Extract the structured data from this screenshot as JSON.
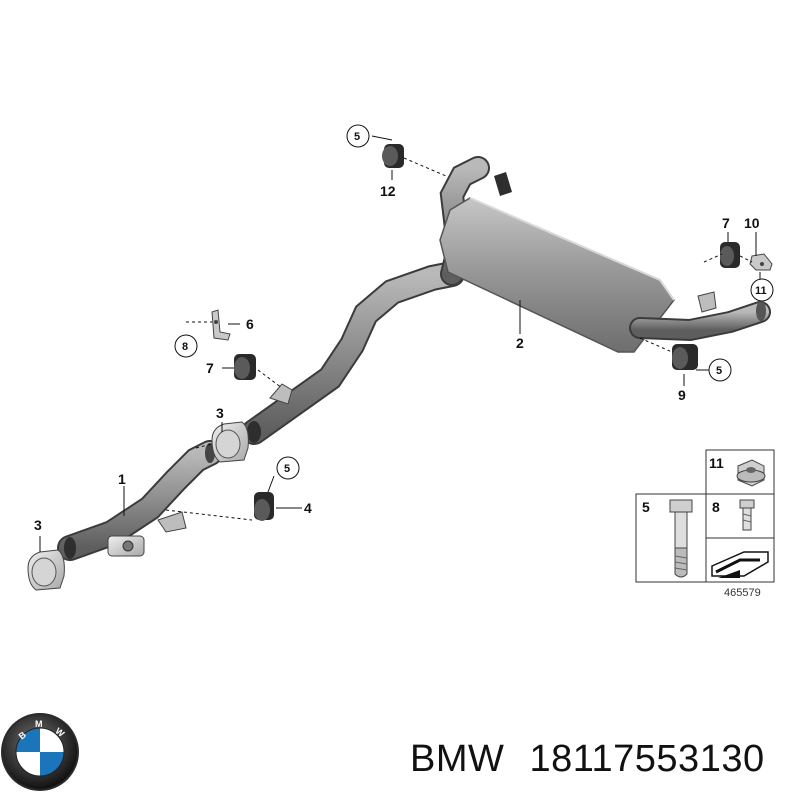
{
  "diagram": {
    "callouts": {
      "c1": "1",
      "c2": "2",
      "c3a": "3",
      "c3b": "3",
      "c4": "4",
      "c5a": "5",
      "c5b": "5",
      "c5c": "5",
      "c6": "6",
      "c7a": "7",
      "c7b": "7",
      "c8": "8",
      "c9": "9",
      "c10": "10",
      "c11": "11",
      "c12": "12"
    },
    "legend": {
      "k11": "11",
      "k5": "5",
      "k8": "8"
    },
    "diagram_id": "465579"
  },
  "caption": {
    "brand": "BMW",
    "part_number": "18117553130"
  },
  "colors": {
    "part_gray": "#8a8a8a",
    "rubber": "#2a2a2a",
    "brand_blue": "#1b75bb"
  },
  "icons": [
    "bmw-logo-icon"
  ]
}
